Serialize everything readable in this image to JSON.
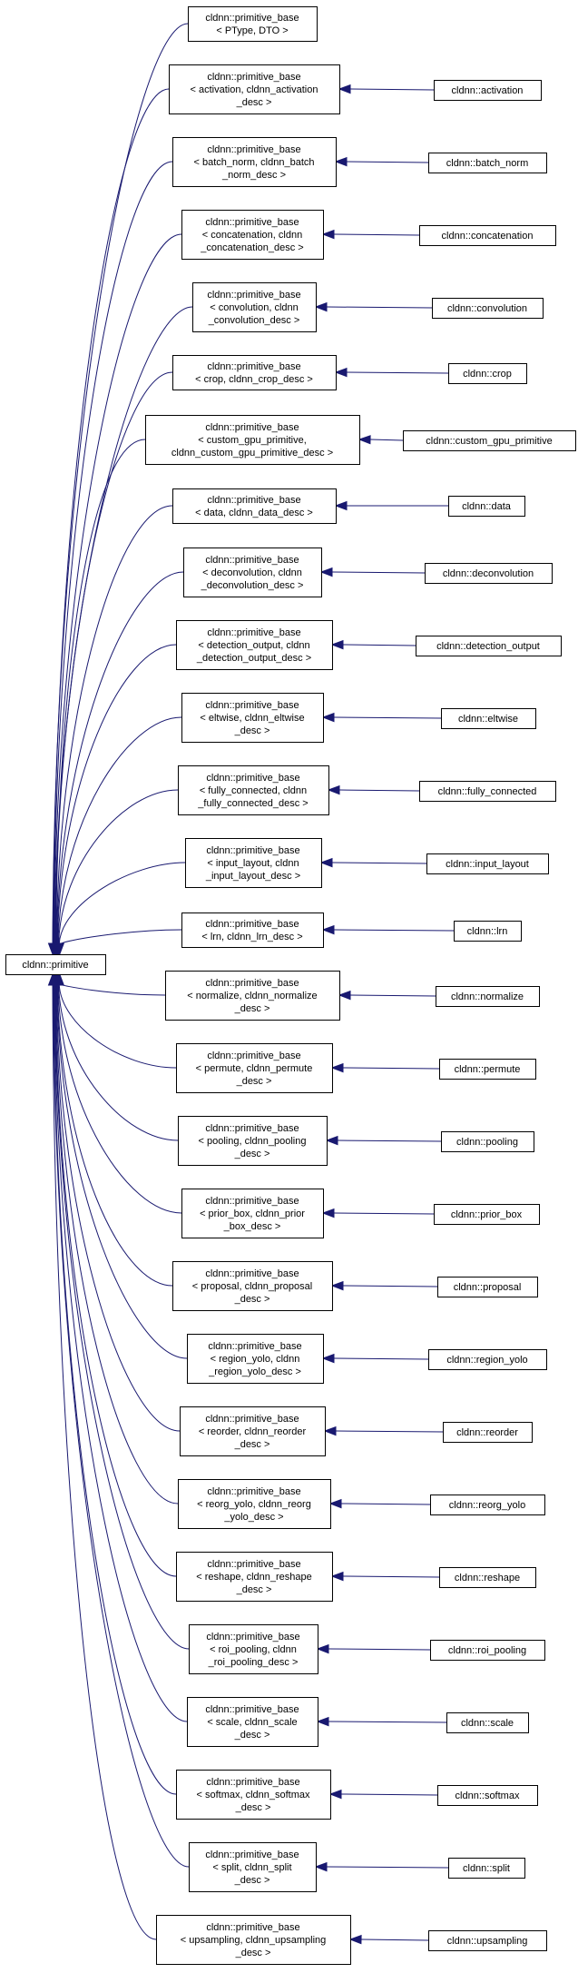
{
  "root": {
    "id": "primitive",
    "label": "cldnn::primitive"
  },
  "bases": [
    {
      "id": "b0",
      "lines": [
        "cldnn::primitive_base",
        "< PType, DTO >"
      ]
    },
    {
      "id": "b1",
      "lines": [
        "cldnn::primitive_base",
        "< activation, cldnn_activation",
        "_desc >"
      ]
    },
    {
      "id": "b2",
      "lines": [
        "cldnn::primitive_base",
        "< batch_norm, cldnn_batch",
        "_norm_desc >"
      ]
    },
    {
      "id": "b3",
      "lines": [
        "cldnn::primitive_base",
        "< concatenation, cldnn",
        "_concatenation_desc >"
      ]
    },
    {
      "id": "b4",
      "lines": [
        "cldnn::primitive_base",
        "< convolution, cldnn",
        "_convolution_desc >"
      ]
    },
    {
      "id": "b5",
      "lines": [
        "cldnn::primitive_base",
        "< crop, cldnn_crop_desc >"
      ]
    },
    {
      "id": "b6",
      "lines": [
        "cldnn::primitive_base",
        "< custom_gpu_primitive,",
        "cldnn_custom_gpu_primitive_desc >"
      ]
    },
    {
      "id": "b7",
      "lines": [
        "cldnn::primitive_base",
        "< data, cldnn_data_desc >"
      ]
    },
    {
      "id": "b8",
      "lines": [
        "cldnn::primitive_base",
        "< deconvolution, cldnn",
        "_deconvolution_desc >"
      ]
    },
    {
      "id": "b9",
      "lines": [
        "cldnn::primitive_base",
        "< detection_output, cldnn",
        "_detection_output_desc >"
      ]
    },
    {
      "id": "b10",
      "lines": [
        "cldnn::primitive_base",
        "< eltwise, cldnn_eltwise",
        "_desc >"
      ]
    },
    {
      "id": "b11",
      "lines": [
        "cldnn::primitive_base",
        "< fully_connected, cldnn",
        "_fully_connected_desc >"
      ]
    },
    {
      "id": "b12",
      "lines": [
        "cldnn::primitive_base",
        "< input_layout, cldnn",
        "_input_layout_desc >"
      ]
    },
    {
      "id": "b13",
      "lines": [
        "cldnn::primitive_base",
        "< lrn, cldnn_lrn_desc >"
      ]
    },
    {
      "id": "b14",
      "lines": [
        "cldnn::primitive_base",
        "< normalize, cldnn_normalize",
        "_desc >"
      ]
    },
    {
      "id": "b15",
      "lines": [
        "cldnn::primitive_base",
        "< permute, cldnn_permute",
        "_desc >"
      ]
    },
    {
      "id": "b16",
      "lines": [
        "cldnn::primitive_base",
        "< pooling, cldnn_pooling",
        "_desc >"
      ]
    },
    {
      "id": "b17",
      "lines": [
        "cldnn::primitive_base",
        "< prior_box, cldnn_prior",
        "_box_desc >"
      ]
    },
    {
      "id": "b18",
      "lines": [
        "cldnn::primitive_base",
        "< proposal, cldnn_proposal",
        "_desc >"
      ]
    },
    {
      "id": "b19",
      "lines": [
        "cldnn::primitive_base",
        "< region_yolo, cldnn",
        "_region_yolo_desc >"
      ]
    },
    {
      "id": "b20",
      "lines": [
        "cldnn::primitive_base",
        "< reorder, cldnn_reorder",
        "_desc >"
      ]
    },
    {
      "id": "b21",
      "lines": [
        "cldnn::primitive_base",
        "< reorg_yolo, cldnn_reorg",
        "_yolo_desc >"
      ]
    },
    {
      "id": "b22",
      "lines": [
        "cldnn::primitive_base",
        "< reshape, cldnn_reshape",
        "_desc >"
      ]
    },
    {
      "id": "b23",
      "lines": [
        "cldnn::primitive_base",
        "< roi_pooling, cldnn",
        "_roi_pooling_desc >"
      ]
    },
    {
      "id": "b24",
      "lines": [
        "cldnn::primitive_base",
        "< scale, cldnn_scale",
        "_desc >"
      ]
    },
    {
      "id": "b25",
      "lines": [
        "cldnn::primitive_base",
        "< softmax, cldnn_softmax",
        "_desc >"
      ]
    },
    {
      "id": "b26",
      "lines": [
        "cldnn::primitive_base",
        "< split, cldnn_split",
        "_desc >"
      ]
    },
    {
      "id": "b27",
      "lines": [
        "cldnn::primitive_base",
        "< upsampling, cldnn_upsampling",
        "_desc >"
      ]
    }
  ],
  "derived": [
    {
      "id": "d1",
      "base": "b1",
      "label": "cldnn::activation"
    },
    {
      "id": "d2",
      "base": "b2",
      "label": "cldnn::batch_norm"
    },
    {
      "id": "d3",
      "base": "b3",
      "label": "cldnn::concatenation"
    },
    {
      "id": "d4",
      "base": "b4",
      "label": "cldnn::convolution"
    },
    {
      "id": "d5",
      "base": "b5",
      "label": "cldnn::crop"
    },
    {
      "id": "d6",
      "base": "b6",
      "label": "cldnn::custom_gpu_primitive"
    },
    {
      "id": "d7",
      "base": "b7",
      "label": "cldnn::data"
    },
    {
      "id": "d8",
      "base": "b8",
      "label": "cldnn::deconvolution"
    },
    {
      "id": "d9",
      "base": "b9",
      "label": "cldnn::detection_output"
    },
    {
      "id": "d10",
      "base": "b10",
      "label": "cldnn::eltwise"
    },
    {
      "id": "d11",
      "base": "b11",
      "label": "cldnn::fully_connected"
    },
    {
      "id": "d12",
      "base": "b12",
      "label": "cldnn::input_layout"
    },
    {
      "id": "d13",
      "base": "b13",
      "label": "cldnn::lrn"
    },
    {
      "id": "d14",
      "base": "b14",
      "label": "cldnn::normalize"
    },
    {
      "id": "d15",
      "base": "b15",
      "label": "cldnn::permute"
    },
    {
      "id": "d16",
      "base": "b16",
      "label": "cldnn::pooling"
    },
    {
      "id": "d17",
      "base": "b17",
      "label": "cldnn::prior_box"
    },
    {
      "id": "d18",
      "base": "b18",
      "label": "cldnn::proposal"
    },
    {
      "id": "d19",
      "base": "b19",
      "label": "cldnn::region_yolo"
    },
    {
      "id": "d20",
      "base": "b20",
      "label": "cldnn::reorder"
    },
    {
      "id": "d21",
      "base": "b21",
      "label": "cldnn::reorg_yolo"
    },
    {
      "id": "d22",
      "base": "b22",
      "label": "cldnn::reshape"
    },
    {
      "id": "d23",
      "base": "b23",
      "label": "cldnn::roi_pooling"
    },
    {
      "id": "d24",
      "base": "b24",
      "label": "cldnn::scale"
    },
    {
      "id": "d25",
      "base": "b25",
      "label": "cldnn::softmax"
    },
    {
      "id": "d26",
      "base": "b26",
      "label": "cldnn::split"
    },
    {
      "id": "d27",
      "base": "b27",
      "label": "cldnn::upsampling"
    }
  ],
  "colors": {
    "edge": "#191970",
    "node_border": "#000000",
    "node_fill": "#ffffff",
    "text": "#000000"
  }
}
